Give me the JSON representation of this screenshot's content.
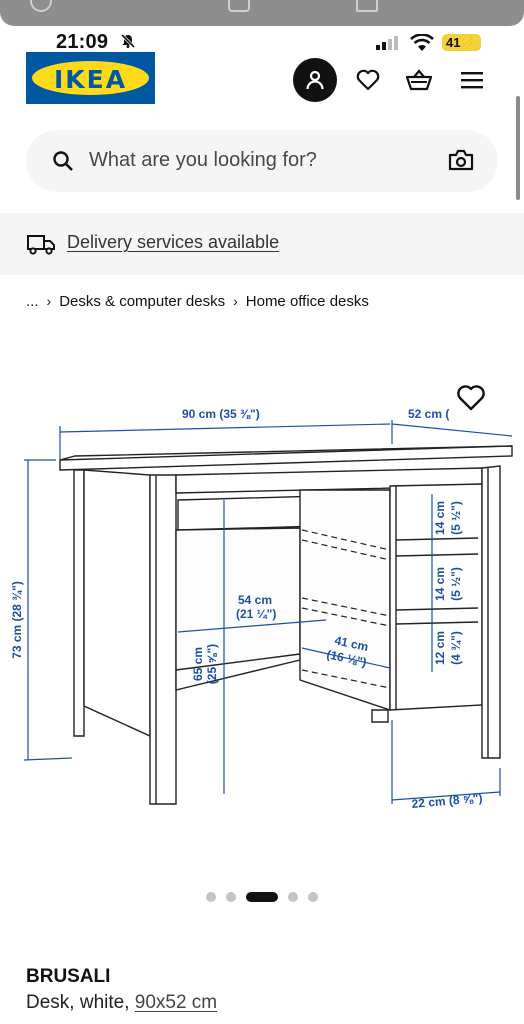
{
  "status_bar": {
    "time": "21:09",
    "battery": "41"
  },
  "header": {
    "logo_text": "IKEA",
    "icons": [
      "account-icon",
      "heart-icon",
      "basket-icon",
      "menu-icon"
    ]
  },
  "search": {
    "placeholder": "What are you looking for?"
  },
  "delivery": {
    "label": "Delivery services available"
  },
  "breadcrumb": {
    "ellipsis": "...",
    "items": [
      "Desks & computer desks",
      "Home office desks"
    ]
  },
  "dimensions": {
    "width": "90 cm (35 ⅜\")",
    "depth": "52 cm (",
    "height": "73 cm (28 ¾\")",
    "knee_width": "54 cm",
    "knee_width_in": "(21 ¼\")",
    "knee_height": "65 cm",
    "knee_height_in": "(25 ⅝\")",
    "knee_depth": "41 cm",
    "knee_depth_in": "(16 ⅛\")",
    "shelf_1": "14 cm",
    "shelf_1_in": "(5 ½\")",
    "shelf_2": "14 cm",
    "shelf_2_in": "(5 ½\")",
    "shelf_3": "12 cm",
    "shelf_3_in": "(4 ¾\")",
    "shelf_depth": "22 cm (8 ⅝\")"
  },
  "carousel": {
    "count": 5,
    "active": 2
  },
  "product": {
    "name": "BRUSALI",
    "desc": "Desk, white,",
    "size": "90x52 cm"
  },
  "colors": {
    "brand_blue": "#0058a3",
    "brand_yellow": "#ffda1a",
    "dimension_blue": "#1d4fa6"
  }
}
